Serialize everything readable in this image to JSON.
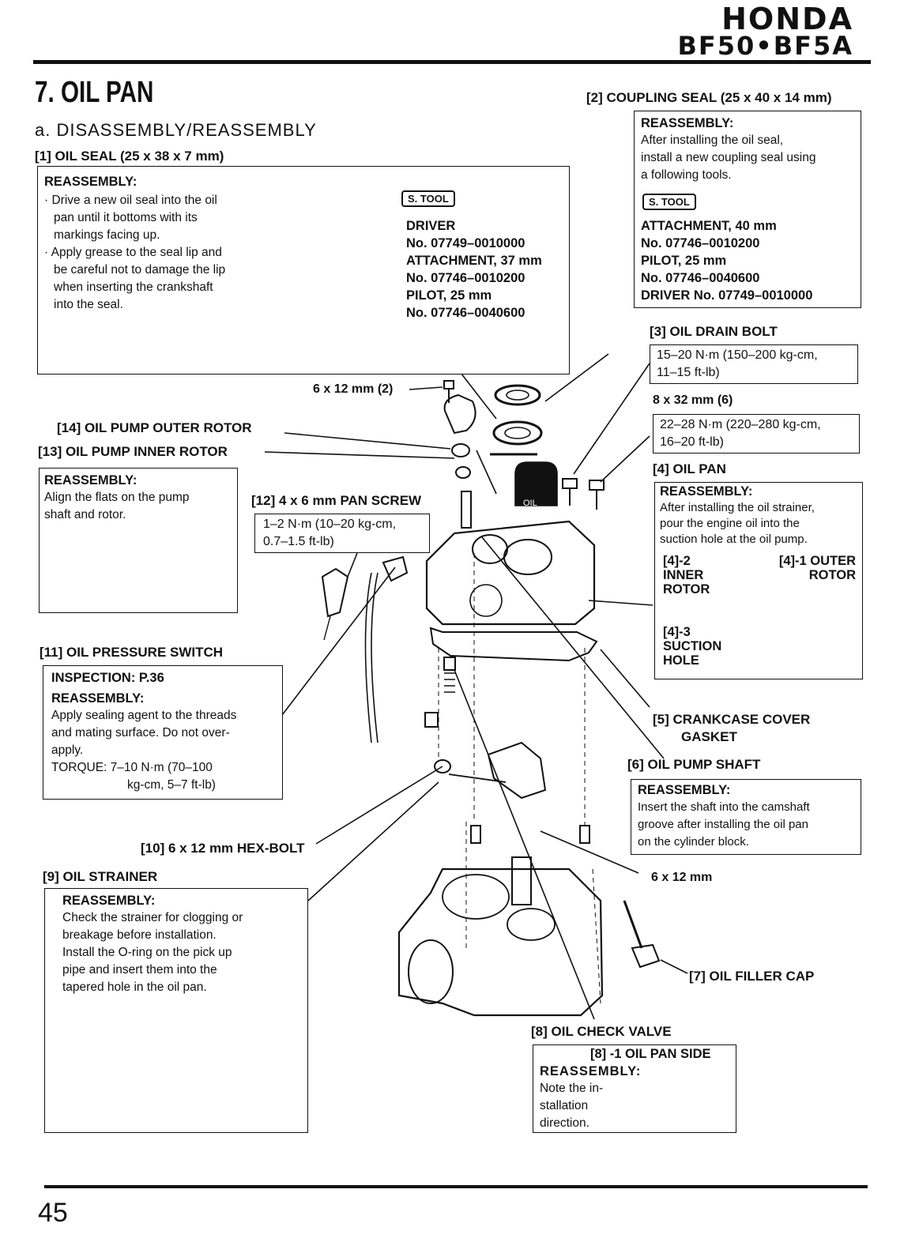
{
  "header": {
    "brand": "HONDA",
    "model": "BF50•BF5A"
  },
  "chapter_title": "7. OIL PAN",
  "section_title": "a. DISASSEMBLY/REASSEMBLY",
  "parts": {
    "p1": {
      "label": "[1]  OIL SEAL (25 x 38 x 7 mm)",
      "heading": "REASSEMBLY:",
      "lines": [
        "· Drive a new oil seal into the oil",
        "pan until it bottoms with its",
        "markings facing up.",
        "· Apply grease to the seal lip and",
        "be careful not to damage the lip",
        "when inserting the crankshaft",
        "into the seal."
      ],
      "stool": "S. TOOL",
      "tools": [
        "DRIVER",
        "No. 07749–0010000",
        "ATTACHMENT, 37 mm",
        "No. 07746–0010200",
        "PILOT, 25 mm",
        "No. 07746–0040600"
      ]
    },
    "p2": {
      "label": "[2]  COUPLING SEAL (25 x 40 x 14 mm)",
      "heading": "REASSEMBLY:",
      "lines": [
        "After installing the oil seal,",
        "install a new coupling seal using",
        "a following tools."
      ],
      "stool": "S. TOOL",
      "tools": [
        "ATTACHMENT, 40 mm",
        "No. 07746–0010200",
        "PILOT, 25 mm",
        "No. 07746–0040600",
        "DRIVER No. 07749–0010000"
      ]
    },
    "p3": {
      "label": "[3]  OIL DRAIN BOLT",
      "torque1": [
        "15–20 N·m (150–200 kg-cm,",
        "11–15 ft-lb)"
      ],
      "size": "8 x 32 mm (6)",
      "torque2": [
        "22–28 N·m (220–280 kg-cm,",
        "16–20 ft-lb)"
      ]
    },
    "p4": {
      "label": "[4] OIL PAN",
      "heading": "REASSEMBLY:",
      "lines": [
        "After installing the oil strainer,",
        "pour the engine oil into the",
        "suction hole at the oil pump."
      ],
      "callout2": [
        "[4]-2",
        "INNER",
        "ROTOR"
      ],
      "callout1": [
        "[4]-1 OUTER",
        "ROTOR"
      ],
      "callout3": [
        "[4]-3",
        "SUCTION",
        "HOLE"
      ]
    },
    "p5": {
      "label": [
        "[5]  CRANKCASE COVER",
        "GASKET"
      ]
    },
    "p6": {
      "label": "[6]  OIL PUMP SHAFT",
      "heading": "REASSEMBLY:",
      "lines": [
        "Insert the shaft into the camshaft",
        "groove after installing the oil pan",
        "on the cylinder block."
      ]
    },
    "p7": {
      "label": "[7]  OIL FILLER CAP"
    },
    "p8": {
      "label": "[8]  OIL CHECK VALVE",
      "sub": "[8] -1 OIL PAN SIDE",
      "heading": "REASSEMBLY:",
      "lines": [
        "Note the in-",
        "stallation",
        "direction."
      ]
    },
    "p9": {
      "label": "[9]  OIL STRAINER",
      "heading": "REASSEMBLY:",
      "lines": [
        "Check the strainer for clogging or",
        "breakage before installation.",
        "Install the O-ring on the pick up",
        "pipe and insert them into the",
        "tapered hole in the oil pan."
      ]
    },
    "p10": {
      "label": "[10]  6 x 12 mm HEX-BOLT"
    },
    "p11": {
      "label": "[11]  OIL PRESSURE SWITCH",
      "inspection": "INSPECTION: P.36",
      "heading": "REASSEMBLY:",
      "lines": [
        "Apply sealing agent to the threads",
        "and mating surface. Do not over-",
        "apply.",
        "TORQUE: 7–10 N·m (70–100",
        "kg-cm, 5–7 ft-lb)"
      ]
    },
    "p12": {
      "label": "[12]  4 x 6 mm PAN SCREW",
      "torque": [
        "1–2 N·m (10–20 kg-cm,",
        "0.7–1.5 ft-lb)"
      ]
    },
    "p13": {
      "label": "[13]  OIL PUMP INNER ROTOR",
      "heading": "REASSEMBLY:",
      "lines": [
        "Align the flats on the pump",
        "shaft and rotor."
      ]
    },
    "p14": {
      "label": "[14]  OIL PUMP OUTER ROTOR"
    }
  },
  "misc": {
    "bolt_top": "6 x 12 mm (2)",
    "bolt_right": "6 x 12 mm",
    "oil_can": "OIL"
  },
  "page_number": "45"
}
